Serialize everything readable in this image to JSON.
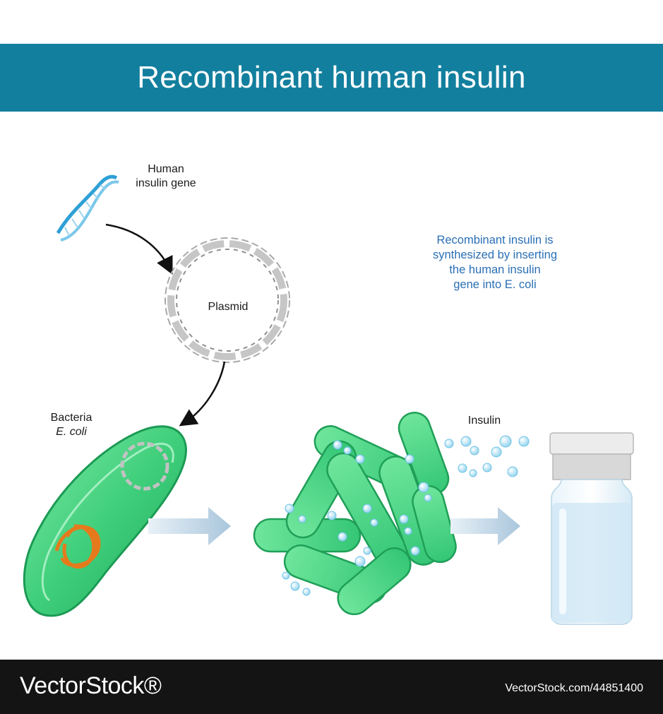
{
  "title": "Recombinant human insulin",
  "labels": {
    "gene_line1": "Human",
    "gene_line2": "insulin gene",
    "plasmid": "Plasmid",
    "bacteria_line1": "Bacteria",
    "bacteria_line2": "E. coli",
    "insulin": "Insulin"
  },
  "caption": {
    "line1": "Recombinant insulin is",
    "line2": "synthesized by inserting",
    "line3": "the human insulin",
    "line4": "gene into E. coli"
  },
  "footer": {
    "logo": "VectorStock®",
    "credit": "VectorStock.com/44851400"
  },
  "colors": {
    "banner": "#137f9e",
    "bacteria_green": "#3ed07a",
    "caption_blue": "#2a6fb5",
    "footer": "#141414"
  }
}
